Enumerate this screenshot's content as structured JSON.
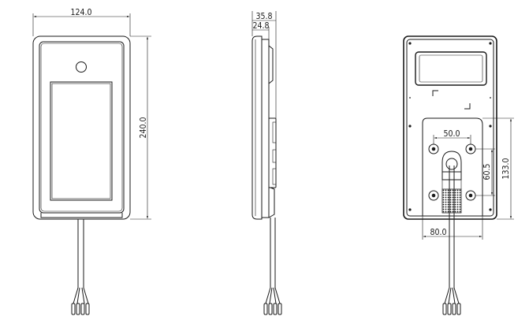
{
  "dimensions": {
    "front_width": "124.0",
    "front_height": "240.0",
    "side_depth_total": "35.8",
    "side_depth_body": "24.8",
    "back_mount_spacing_h": "50.0",
    "back_mount_spacing_v": "60.5",
    "back_plate_height": "133.0",
    "back_plate_width": "80.0"
  }
}
